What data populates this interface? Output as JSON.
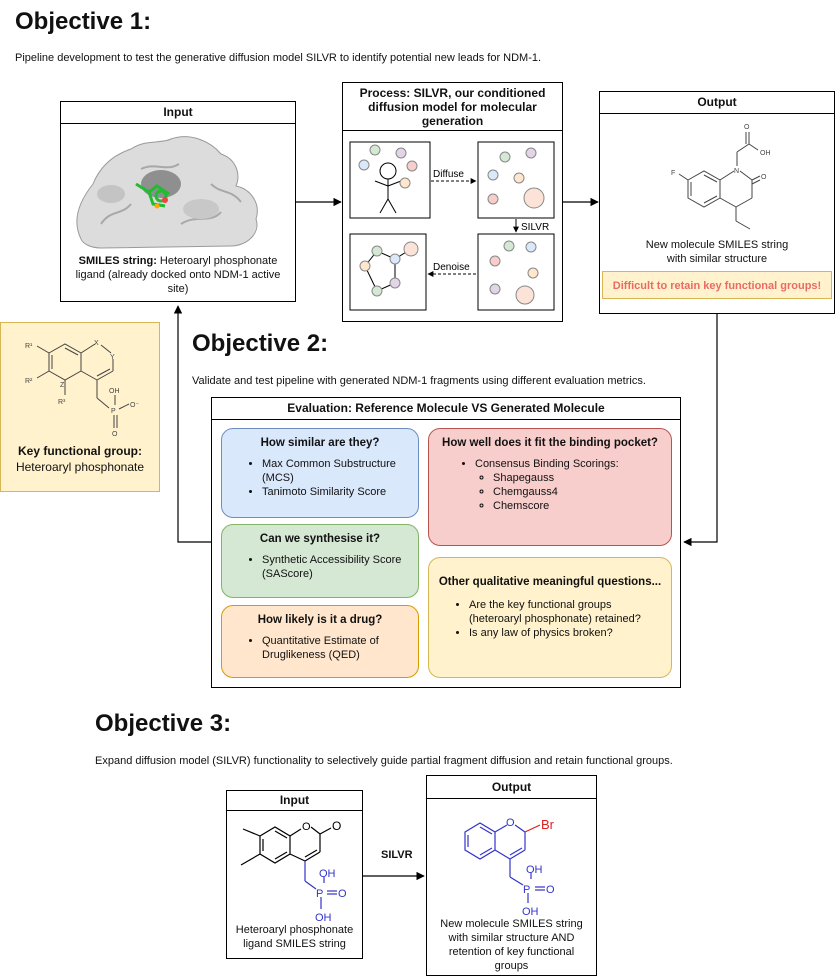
{
  "colors": {
    "blue_card": "#dae8fc",
    "blue_border": "#6c8ebf",
    "green_card": "#d5e8d4",
    "green_border": "#82b366",
    "orange_card": "#ffe6cc",
    "orange_border": "#d79b00",
    "red_card": "#f8cecc",
    "red_border": "#b85450",
    "yellow_card": "#fff2cc",
    "yellow_border": "#d6b656",
    "warning_text": "#ea6b66",
    "molecule_blue": "#3333cc",
    "bromine_red": "#e02020"
  },
  "objective1": {
    "title": "Objective 1:",
    "description": "Pipeline development to test the generative diffusion model SILVR to identify potential new leads for NDM-1.",
    "input": {
      "header": "Input",
      "caption_bold": "SMILES string:",
      "caption_rest": " Heteroaryl phosphonate ligand (already docked onto NDM-1 active site)"
    },
    "process": {
      "header": "Process: SILVR, our conditioned diffusion model for molecular generation",
      "label_diffuse": "Diffuse",
      "label_silvr": "SILVR",
      "label_denoise": "Denoise"
    },
    "output": {
      "header": "Output",
      "caption": "New molecule SMILES string with similar structure",
      "warning": "Difficult to retain key functional groups!",
      "atoms": {
        "oh": "OH",
        "o": "O",
        "f": "F",
        "n": "N"
      }
    }
  },
  "key_group": {
    "title": "Key functional group:",
    "name": "Heteroaryl phosphonate",
    "atoms": {
      "r1": "R¹",
      "r2": "R²",
      "r3": "R³",
      "x": "X",
      "y": "Y",
      "z": "Z",
      "oh": "OH",
      "p": "P",
      "o_minus": "O⁻",
      "o": "O"
    }
  },
  "objective2": {
    "title": "Objective 2:",
    "description": "Validate and test pipeline with generated NDM-1 fragments using different evaluation metrics.",
    "eval_header": "Evaluation: Reference Molecule VS Generated Molecule",
    "cards": {
      "similar": {
        "title": "How similar are they?",
        "items": [
          "Max Common Substructure (MCS)",
          "Tanimoto Similarity Score"
        ]
      },
      "synth": {
        "title": "Can we synthesise it?",
        "items": [
          "Synthetic Accessibility Score (SAScore)"
        ]
      },
      "drug": {
        "title": "How likely is it a drug?",
        "items": [
          "Quantitative Estimate of Druglikeness (QED)"
        ]
      },
      "fit": {
        "title": "How well does it fit the binding pocket?",
        "item": "Consensus Binding Scorings:",
        "subitems": [
          "Shapegauss",
          "Chemgauss4",
          "Chemscore"
        ]
      },
      "other": {
        "title": "Other qualitative meaningful questions...",
        "items": [
          "Are the key functional groups (heteroaryl phosphonate) retained?",
          "Is any law of physics broken?"
        ]
      }
    }
  },
  "objective3": {
    "title": "Objective 3:",
    "description": "Expand diffusion model (SILVR) functionality to selectively guide partial fragment diffusion and retain functional groups.",
    "input": {
      "header": "Input",
      "caption": "Heteroaryl phosphonate ligand SMILES string",
      "atoms": {
        "o1": "O",
        "o2": "O",
        "oh1": "OH",
        "p": "P",
        "o3": "O",
        "oh2": "OH"
      }
    },
    "arrow_label": "SILVR",
    "output": {
      "header": "Output",
      "caption": "New molecule SMILES string with similar structure AND retention of key functional groups",
      "atoms": {
        "o1": "O",
        "br": "Br",
        "oh1": "OH",
        "p": "P",
        "o2": "O",
        "oh2": "OH"
      }
    }
  }
}
